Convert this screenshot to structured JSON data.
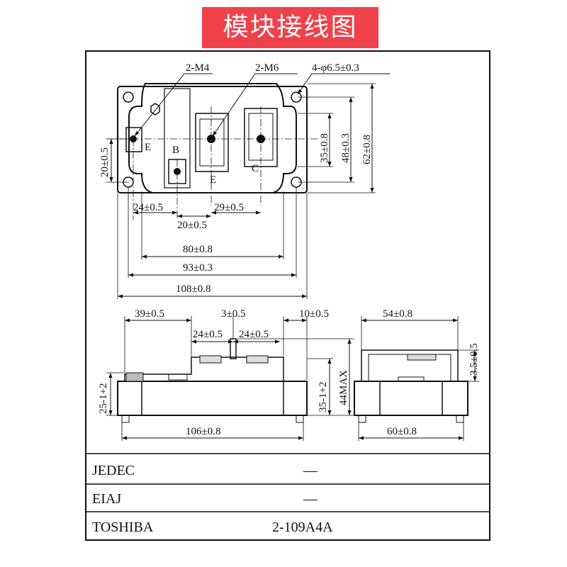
{
  "title": "模块接线图",
  "top_view": {
    "callouts": {
      "m4": "2-M4",
      "m6": "2-M6",
      "holes": "4-φ6.5±0.3"
    },
    "terminals": {
      "e1": "E",
      "b": "B",
      "e2": "E",
      "c": "C"
    },
    "dims": {
      "h20": "20±0.5",
      "v35": "35±0.8",
      "v48": "48±0.3",
      "v62": "62±0.8",
      "w24": "24±0.5",
      "w29": "29±0.5",
      "w20": "20±0.5",
      "w80": "80±0.8",
      "w93": "93±0.3",
      "w108": "108±0.8"
    }
  },
  "side_view": {
    "dims": {
      "d39": "39±0.5",
      "d3": "3±0.5",
      "d10": "10±0.5",
      "d24a": "24±0.5",
      "d24b": "24±0.5",
      "d25": "25-1+2",
      "d35": "35-1+2",
      "d44": "44MAX",
      "d106": "106±0.8"
    }
  },
  "end_view": {
    "dims": {
      "d54": "54±0.8",
      "d35": "3.5±0.5",
      "d60": "60±0.8"
    }
  },
  "table": [
    {
      "standard": "JEDEC",
      "value": "—"
    },
    {
      "standard": "EIAJ",
      "value": "—"
    },
    {
      "standard": "TOSHIBA",
      "value": "2-109A4A"
    }
  ]
}
